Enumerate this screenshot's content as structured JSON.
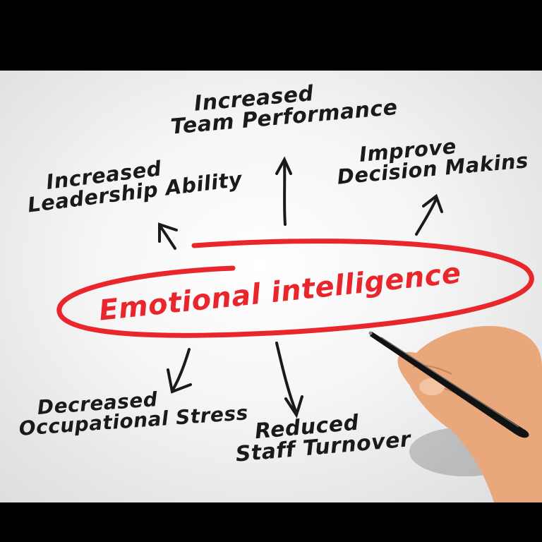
{
  "diagram": {
    "center": {
      "label": "Emotional intelligence",
      "color": "#e8262b"
    },
    "outcomes": [
      {
        "id": "team",
        "line1": "Increased",
        "line2": "Team Performance",
        "arrow": "up"
      },
      {
        "id": "decision",
        "line1": "Improve",
        "line2": "Decision Makins",
        "arrow": "up-right"
      },
      {
        "id": "leadership",
        "line1": "Increased",
        "line2": "Leadership Ability",
        "arrow": "up-left"
      },
      {
        "id": "stress",
        "line1": "Decreased",
        "line2": "Occupational Stress",
        "arrow": "down-left"
      },
      {
        "id": "turnover",
        "line1": "Reduced",
        "line2": "Staff Turnover",
        "arrow": "down"
      }
    ],
    "ink_color": "#1a1a1a",
    "background_color": "#f2f2f2",
    "decoration": {
      "hand_with_pen": "hand-holding-black-pen"
    }
  }
}
